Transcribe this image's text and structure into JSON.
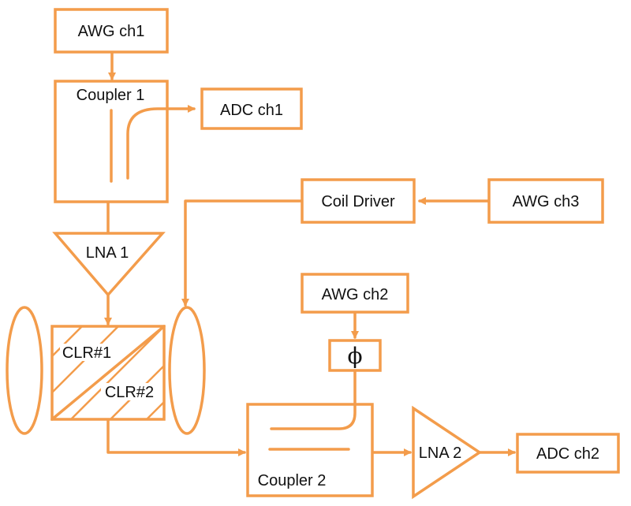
{
  "diagram": {
    "colors": {
      "stroke": "#F39C4B",
      "text": "#111111",
      "background": "#ffffff"
    },
    "labels": {
      "awg_ch1": "AWG  ch1",
      "coupler1": "Coupler 1",
      "adc_ch1": "ADC  ch1",
      "coil_driver": "Coil Driver",
      "awg_ch3": "AWG  ch3",
      "lna1": "LNA 1",
      "awg_ch2": "AWG  ch2",
      "phase_shifter": "ϕ",
      "clr1": "CLR#1",
      "clr2": "CLR#2",
      "coupler2": "Coupler 2",
      "lna2": "LNA 2",
      "adc_ch2": "ADC  ch2"
    }
  }
}
